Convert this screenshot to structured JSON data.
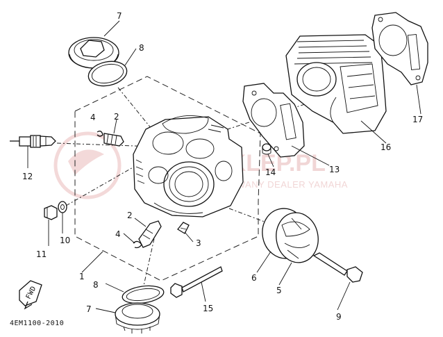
{
  "diagram": {
    "catalog_code": "4EM1100-2010",
    "fwd_label": "FWD",
    "watermark": {
      "brand": "YAMASKLEP.PL",
      "tagline": "AUTORYZOWANY DEALER YAMAHA"
    },
    "callouts": [
      {
        "id": "c1",
        "text": "1"
      },
      {
        "id": "c2a",
        "text": "2"
      },
      {
        "id": "c2b",
        "text": "2"
      },
      {
        "id": "c3",
        "text": "3"
      },
      {
        "id": "c4a",
        "text": "4"
      },
      {
        "id": "c4b",
        "text": "4"
      },
      {
        "id": "c5",
        "text": "5"
      },
      {
        "id": "c6",
        "text": "6"
      },
      {
        "id": "c7a",
        "text": "7"
      },
      {
        "id": "c7b",
        "text": "7"
      },
      {
        "id": "c8a",
        "text": "8"
      },
      {
        "id": "c8b",
        "text": "8"
      },
      {
        "id": "c9",
        "text": "9"
      },
      {
        "id": "c10",
        "text": "10"
      },
      {
        "id": "c11",
        "text": "11"
      },
      {
        "id": "c12",
        "text": "12"
      },
      {
        "id": "c13",
        "text": "13"
      },
      {
        "id": "c14",
        "text": "14"
      },
      {
        "id": "c15",
        "text": "15"
      },
      {
        "id": "c16",
        "text": "16"
      },
      {
        "id": "c17",
        "text": "17"
      }
    ]
  }
}
